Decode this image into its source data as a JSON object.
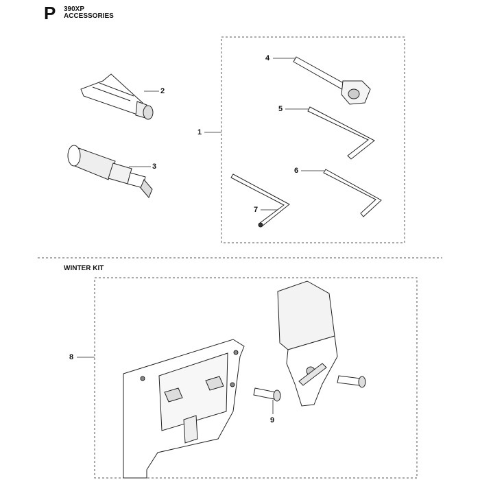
{
  "header": {
    "section_letter": "P",
    "model": "390XP",
    "title": "ACCESSORIES"
  },
  "winter_kit": {
    "title": "WINTER KIT"
  },
  "callouts": {
    "c1": "1",
    "c2": "2",
    "c3": "3",
    "c4": "4",
    "c5": "5",
    "c6": "6",
    "c7": "7",
    "c8": "8",
    "c9": "9"
  },
  "parts": {
    "p1": "kit-box",
    "p2": "grease-tube",
    "p3": "bearing-tool",
    "p4": "combination-spanner",
    "p5": "hex-key-long",
    "p6": "hex-key-short",
    "p7": "torx-key",
    "p8": "winter-kit-cover",
    "p9": "screw"
  },
  "colors": {
    "line": "#222222",
    "fill": "#ffffff",
    "shade": "#e6e6e6",
    "dash": "#555555"
  }
}
